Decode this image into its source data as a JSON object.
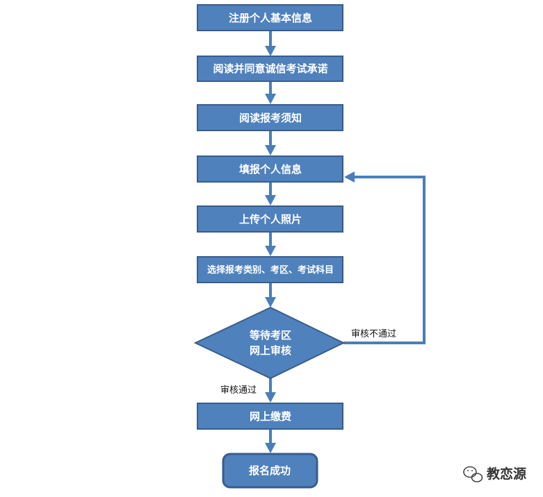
{
  "steps": {
    "register": "注册个人基本信息",
    "pledge": "阅读并同意诚信考试承诺",
    "notice": "阅读报考须知",
    "fill_info": "填报个人信息",
    "upload_photo": "上传个人照片",
    "select": "选择报考类别、考区、考试科目",
    "review_line1": "等待考区",
    "review_line2": "网上审核",
    "pay": "网上缴费",
    "success": "报名成功"
  },
  "labels": {
    "fail": "审核不通过",
    "pass": "审核通过"
  },
  "watermark": "教恋源",
  "colors": {
    "box_fill": "#4f81bd",
    "box_stroke": "#385d8a",
    "arrow": "#4a7ebb"
  }
}
